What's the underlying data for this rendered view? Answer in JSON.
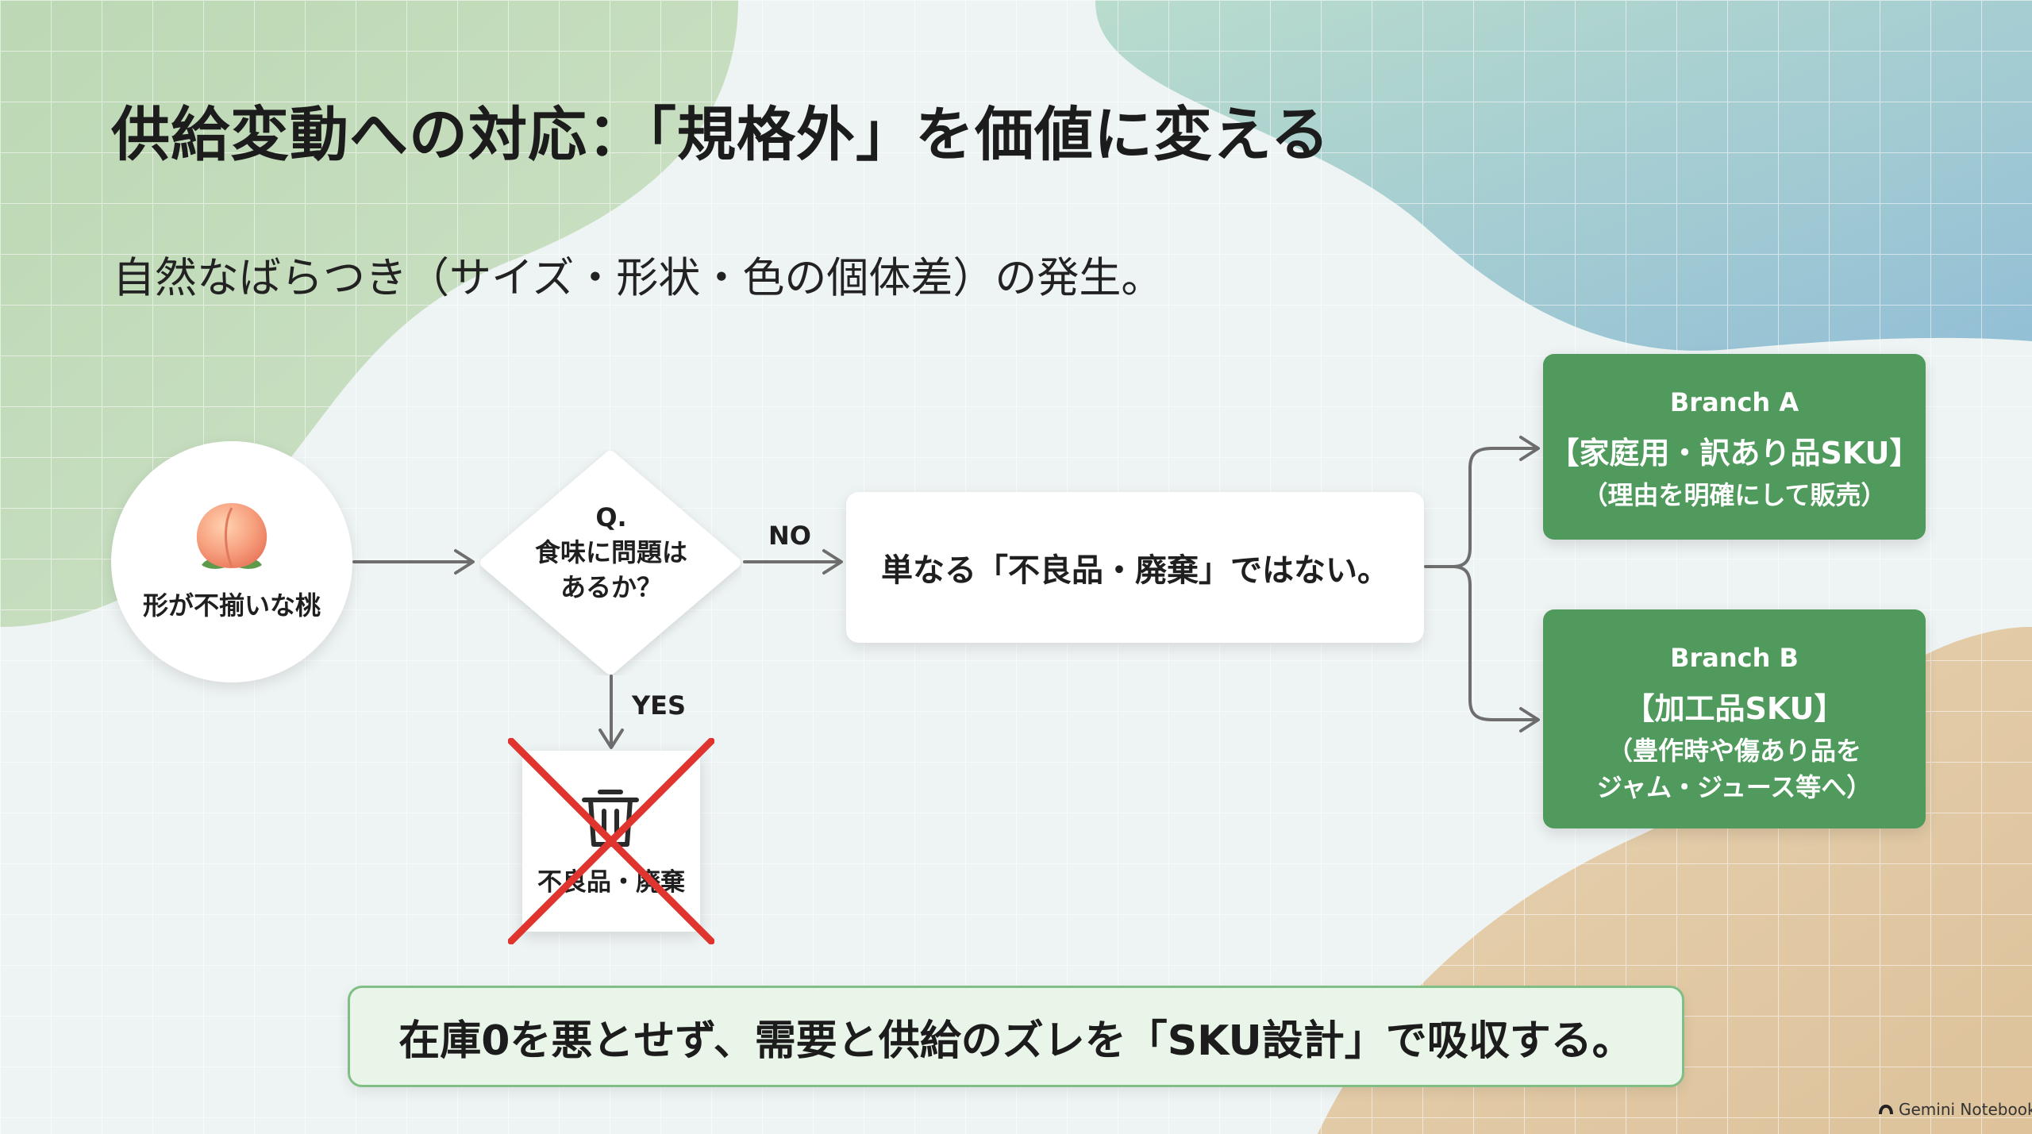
{
  "title": "供給変動への対応：「規格外」を価値に変える",
  "subtitle": "自然なばらつき（サイズ・形状・色の個体差）の発生。",
  "start_node": {
    "icon": "peach-icon",
    "label": "形が不揃いな桃"
  },
  "decision": {
    "line1": "Q.",
    "line2": "食味に問題は",
    "line3": "あるか？"
  },
  "edges": {
    "no": "NO",
    "yes": "YES"
  },
  "result_box": "単なる「不良品・廃棄」ではない。",
  "discard": {
    "icon": "trash-icon",
    "label": "不良品・廃棄"
  },
  "branch_a": {
    "title": "Branch A",
    "sku": "【家庭用・訳あり品SKU】",
    "note": "（理由を明確にして販売）"
  },
  "branch_b": {
    "title": "Branch B",
    "sku": "【加工品SKU】",
    "note1": "（豊作時や傷あり品を",
    "note2": "ジャム・ジュース等へ）"
  },
  "banner": "在庫0を悪とせず、需要と供給のズレを「SKU設計」で吸収する。",
  "brand": "Gemini Notebook",
  "colors": {
    "branch_green": "#4f9a5c",
    "banner_bg": "#eaf5ea",
    "banner_border": "#7fbf86",
    "cross_red": "#e0342f",
    "arrow_gray": "#6e6e6e"
  }
}
